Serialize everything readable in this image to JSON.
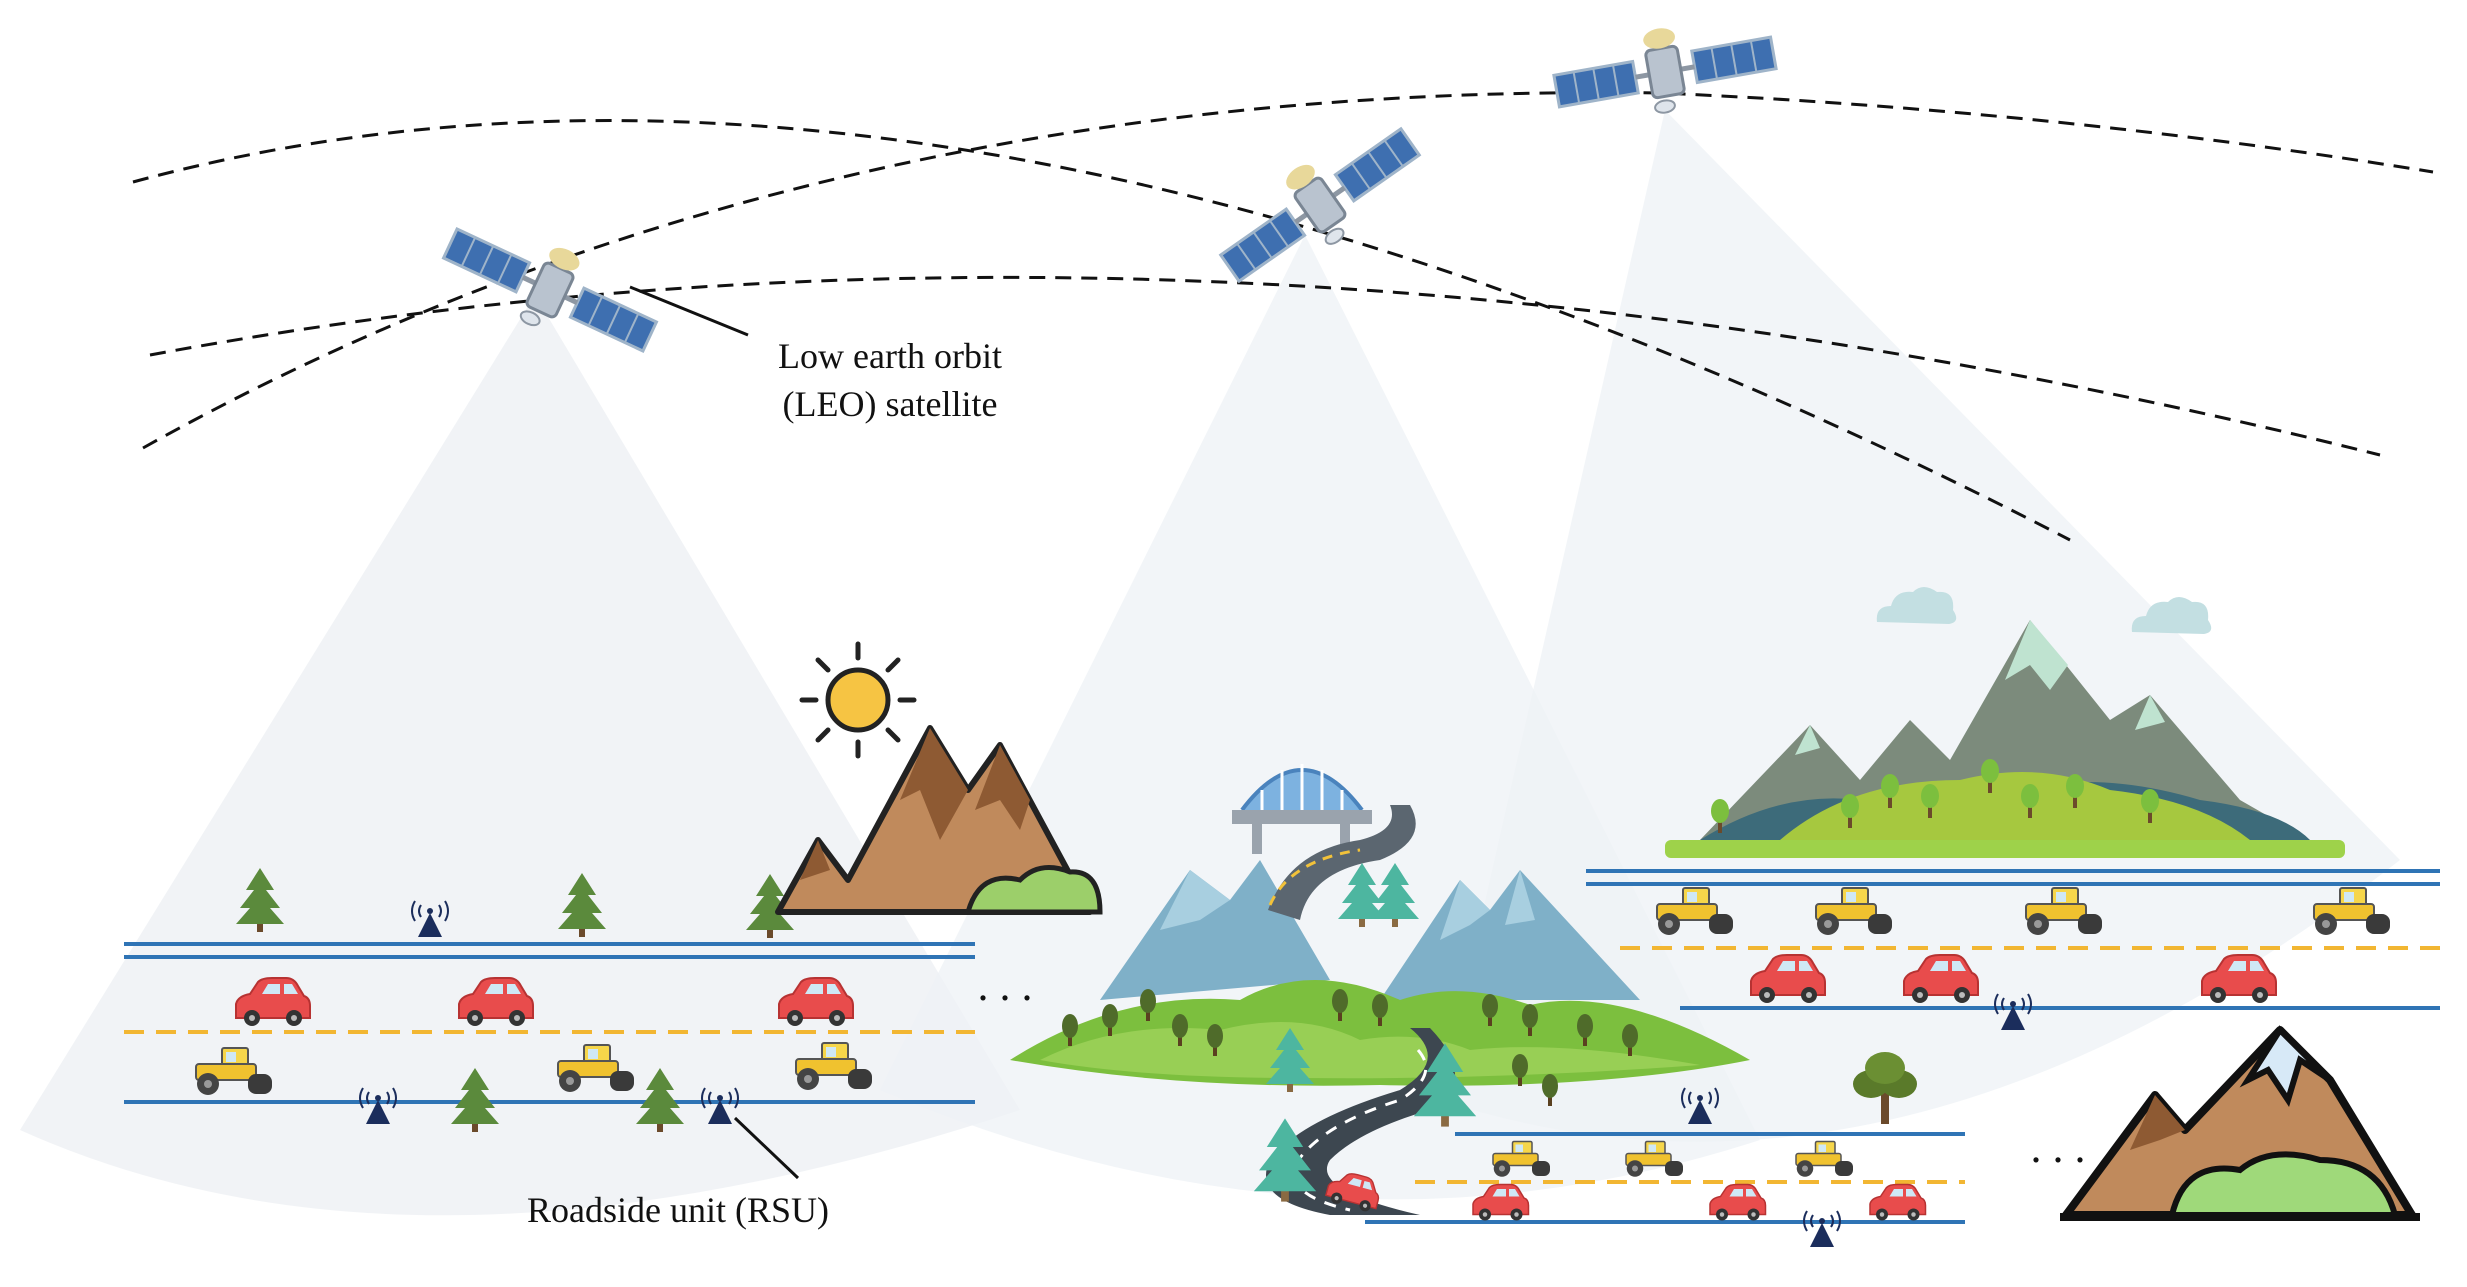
{
  "labels": {
    "leo_line1": "Low earth orbit",
    "leo_line2": "(LEO) satellite",
    "rsu": "Roadside unit (RSU)",
    "ellipsis": ". . ."
  },
  "colors": {
    "orbit": "#111111",
    "beam": "#eef1f5",
    "road_line": "#2f74b5",
    "lane_dash": "#f2b632",
    "car": "#e84c4c",
    "roller": "#f0c22f",
    "rsu": "#1b2d5c",
    "tree": "#5b8a3c",
    "mountain_brown": "#b8794a",
    "mountain_blue": "#7fb0c8",
    "hill_green": "#8cc63f",
    "mountain_grey": "#7c8b7c"
  },
  "icons": {
    "satellite": "satellite-icon",
    "sun": "sun-icon",
    "car": "car-icon",
    "roller": "road-roller-icon",
    "rsu": "rsu-antenna-icon",
    "tree": "pine-tree-icon",
    "bridge": "bridge-icon",
    "cloud": "cloud-icon"
  }
}
